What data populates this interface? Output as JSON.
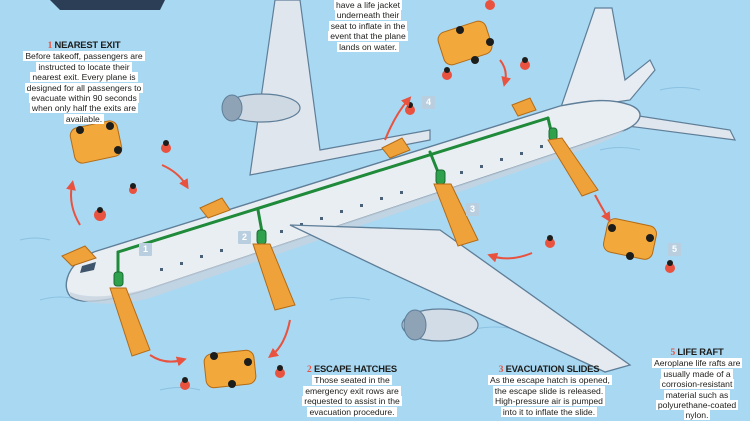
{
  "labels": {
    "nearest_exit": {
      "num": "1",
      "title": "NEAREST EXIT",
      "text": "Before takeoff, passengers are instructed to locate their nearest exit. Every plane is designed for all passengers to evacuate within 90 seconds when only half the exits are available."
    },
    "escape_hatches": {
      "num": "2",
      "title": "ESCAPE HATCHES",
      "text": "Those seated in the emergency exit rows are requested to assist in the evacuation procedure."
    },
    "evacuation_slides": {
      "num": "3",
      "title": "EVACUATION SLIDES",
      "text": "As the escape hatch is opened, the escape slide is released. High-pressure air is pumped into it to inflate the slide."
    },
    "life_jacket": {
      "text": "have a life jacket underneath their seat to inflate in the event that the plane lands on water."
    },
    "life_raft": {
      "num": "5",
      "title": "LIFE RAFT",
      "text": "Aeroplane life rafts are usually made of a corrosion-resistant material such as polyurethane-coated nylon."
    }
  },
  "badges": [
    "1",
    "2",
    "3",
    "4",
    "5"
  ],
  "colors": {
    "water": "#a9d8f2",
    "fuselage": "#e9eef3",
    "green_line": "#1f8a3a",
    "slide": "#f0a23a",
    "arrow": "#e8523f",
    "raft": "#f2a83b",
    "badge": "#b9cfe0"
  }
}
